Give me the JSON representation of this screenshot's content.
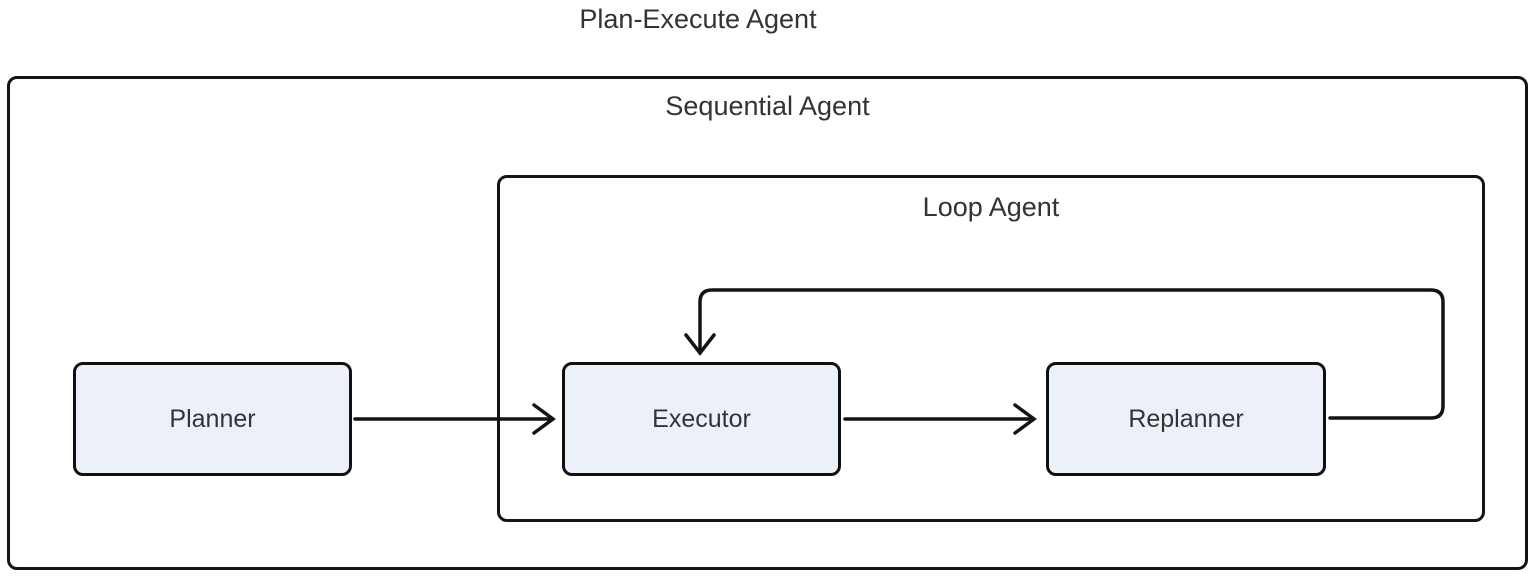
{
  "diagram": {
    "title": "Plan-Execute Agent",
    "containers": {
      "sequential": {
        "label": "Sequential Agent"
      },
      "loop": {
        "label": "Loop Agent"
      }
    },
    "nodes": {
      "planner": {
        "label": "Planner"
      },
      "executor": {
        "label": "Executor"
      },
      "replanner": {
        "label": "Replanner"
      }
    },
    "edges": [
      {
        "from": "Planner",
        "to": "Executor",
        "type": "straight-arrow"
      },
      {
        "from": "Executor",
        "to": "Replanner",
        "type": "straight-arrow"
      },
      {
        "from": "Replanner",
        "to": "Executor",
        "type": "loop-back-arrow"
      }
    ],
    "colors": {
      "node_fill": "#ECF1F9",
      "node_border": "#101010",
      "line": "#141414",
      "text": "#333333",
      "background": "#ffffff"
    }
  }
}
